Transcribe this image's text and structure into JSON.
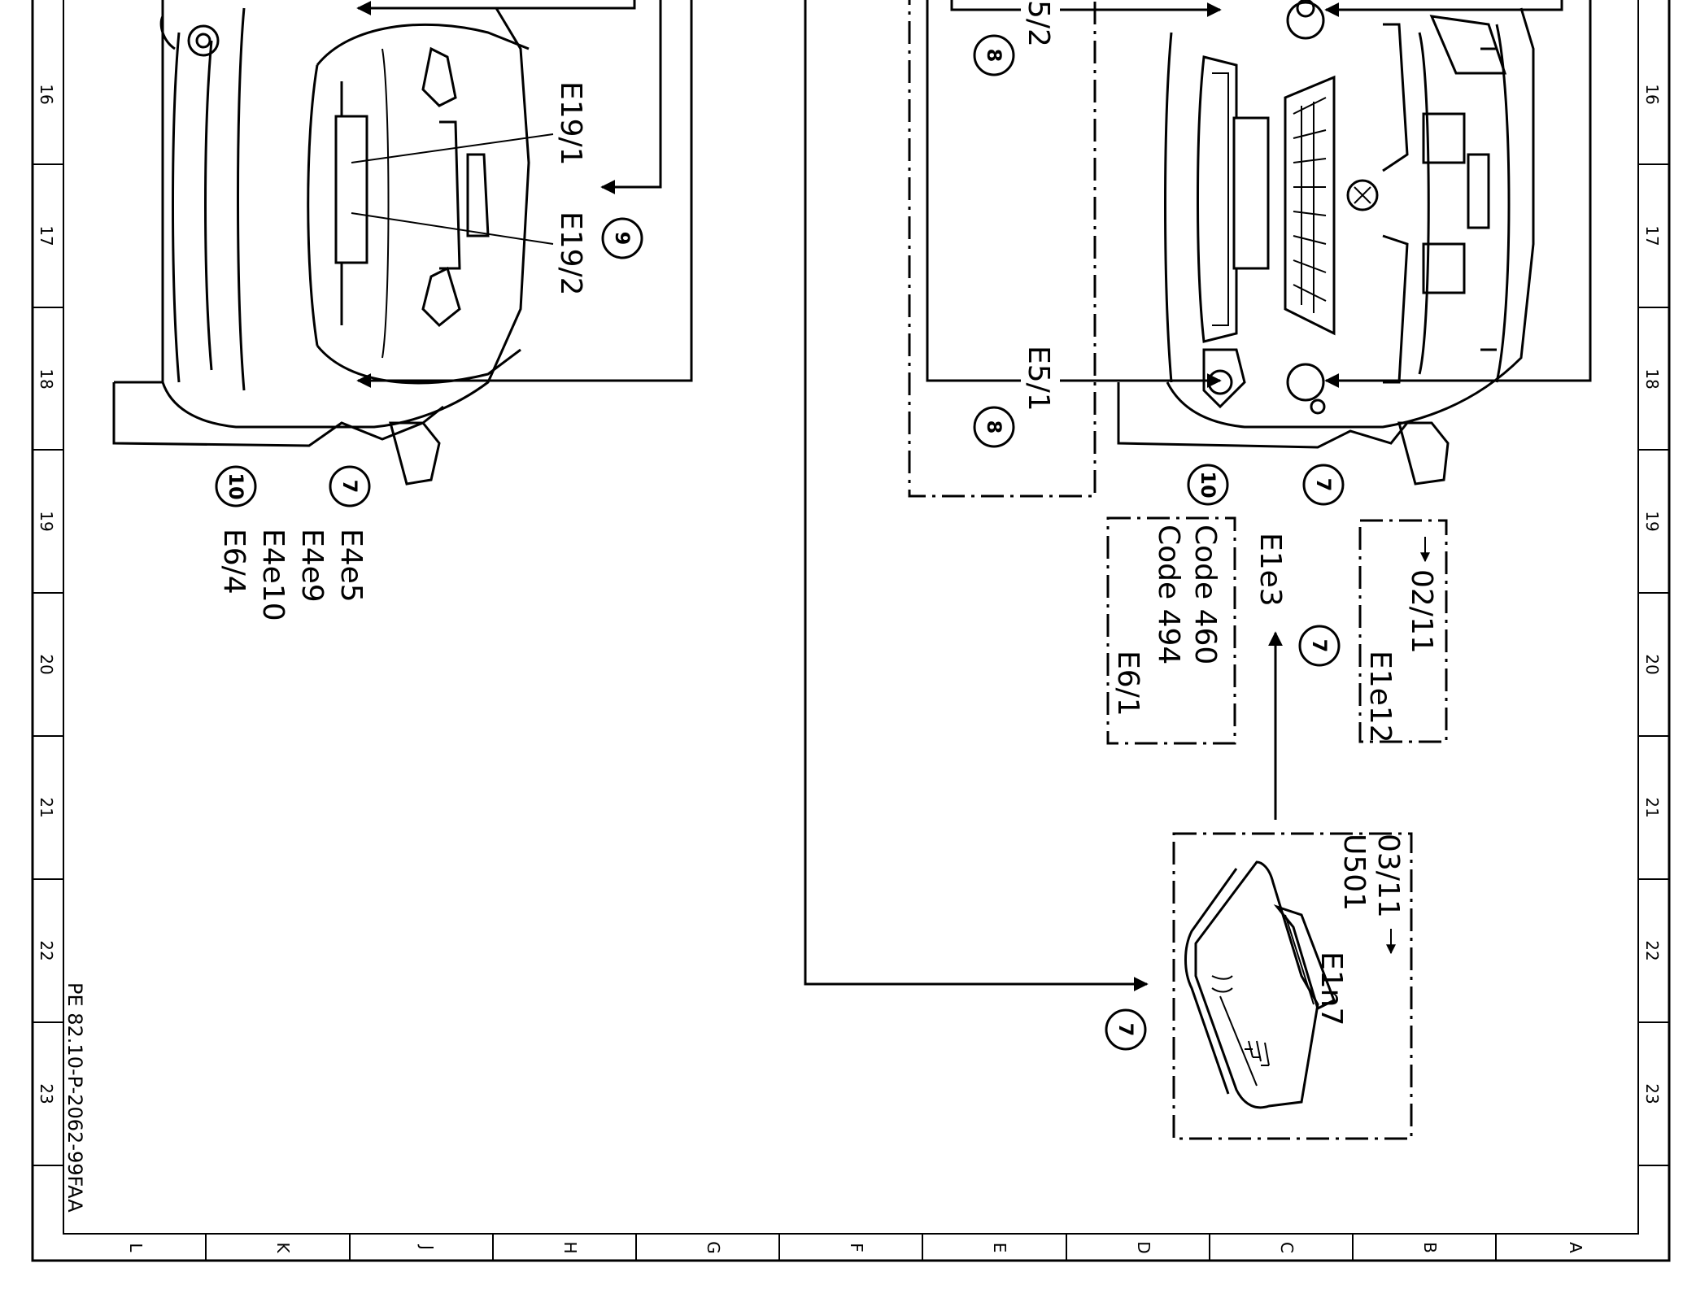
{
  "sheet": {
    "reference": "PE 82.10-P-2062-99FAA",
    "row_labels": [
      "16",
      "17",
      "18",
      "19",
      "20",
      "21",
      "22",
      "23"
    ],
    "column_labels": [
      "L",
      "K",
      "J",
      "H",
      "G",
      "F",
      "E",
      "D",
      "C",
      "B",
      "A"
    ]
  },
  "left_vehicle": {
    "label_e19_1": "E19/1",
    "label_e19_2": "E19/2",
    "marker_9": "9",
    "marker_7": "7",
    "marker_10": "10",
    "list_7": [
      "E4e5",
      "E4e9",
      "E4e10"
    ],
    "list_10": "E6/4"
  },
  "right_vehicle": {
    "label_e5_2_partial": "5/2",
    "label_e5_1": "E5/1",
    "marker_8_top": "8",
    "marker_8_bottom": "8",
    "marker_10": "10",
    "marker_7": "7",
    "code_box": [
      "Code 460",
      "Code 494",
      "E6/1"
    ],
    "e1e3": "E1e3",
    "marker_7_e1e3": "7",
    "date_box": [
      "02/11",
      "E1e12"
    ]
  },
  "control_unit": {
    "date_range": [
      "03/11",
      "U501"
    ],
    "label": "E1n7",
    "marker_7": "7"
  }
}
